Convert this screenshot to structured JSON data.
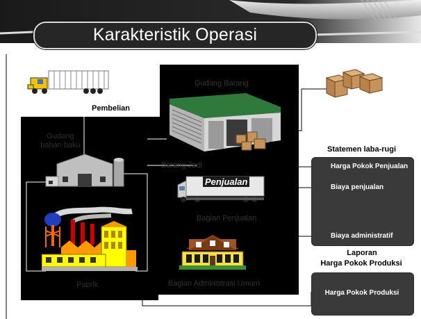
{
  "slide": {
    "title": "Karakteristik Operasi"
  },
  "labels": {
    "pembelian": "Pembelian",
    "gudang_barang": "Gudang Barang",
    "gudang_bahan_baku": "Gudang\nbahan baku",
    "barang_jadi": "Barang Jadi",
    "penjualan_sign": "Penjualan",
    "bagian_penjualan": "Bagian Penjualan",
    "bagian_admin": "Bagian Administrasi Umum",
    "pabrik": "Pabrik"
  },
  "statements": {
    "laba_rugi_title": "Statemen laba-rugi",
    "harga_pokok_penjualan": "Harga Pokok Penjualan",
    "biaya_penjualan": "Biaya penjualan",
    "biaya_administratif": "Biaya administratif",
    "laporan_title_1": "Laporan",
    "laporan_title_2": "Harga Pokok Produksi",
    "harga_pokok_produksi": "Harga Pokok Produksi"
  },
  "colors": {
    "panel": "#000000",
    "box": "#3a3a3a",
    "title_bg": "#262626",
    "factory_yellow": "#ffff00",
    "factory_orange": "#ff9900",
    "tower_blue": "#1f3fbf",
    "roof_green": "#2f7a3a",
    "house_brown": "#8b4513",
    "box_tan": "#c8935a"
  }
}
